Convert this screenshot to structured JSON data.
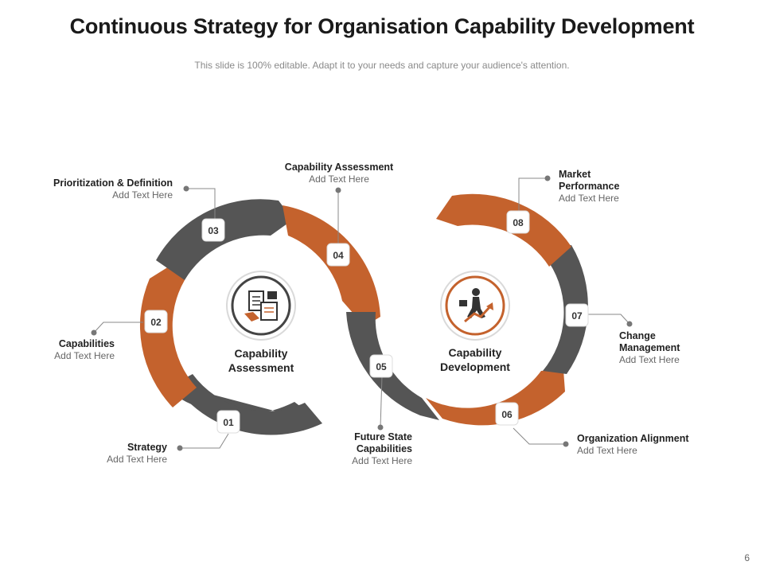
{
  "header": {
    "title": "Continuous Strategy for Organisation Capability Development",
    "subtitle": "This slide is 100% editable. Adapt it to your needs and capture your audience's attention."
  },
  "hubs": {
    "left": {
      "line1": "Capability",
      "line2": "Assessment",
      "icon": "documents-handshake-icon"
    },
    "right": {
      "line1": "Capability",
      "line2": "Development",
      "icon": "businessman-growth-arrow-icon"
    }
  },
  "steps": [
    {
      "num": "01",
      "title": "Strategy",
      "text": "Add Text Here",
      "color": "#555555"
    },
    {
      "num": "02",
      "title": "Capabilities",
      "text": "Add Text Here",
      "color": "#C4622D"
    },
    {
      "num": "03",
      "title": "Prioritization & Definition",
      "text": "Add Text Here",
      "color": "#555555"
    },
    {
      "num": "04",
      "title": "Capability Assessment",
      "text": "Add Text Here",
      "color": "#C4622D"
    },
    {
      "num": "05",
      "title1": "Future State",
      "title2": "Capabilities",
      "text": "Add Text Here",
      "color": "#555555"
    },
    {
      "num": "06",
      "title": "Organization Alignment",
      "text": "Add Text Here",
      "color": "#C4622D"
    },
    {
      "num": "07",
      "title1": "Change",
      "title2": "Management",
      "text": "Add Text Here",
      "color": "#555555"
    },
    {
      "num": "08",
      "title1": "Market",
      "title2": "Performance",
      "text": "Add Text Here",
      "color": "#C4622D"
    }
  ],
  "colors": {
    "orange": "#C4622D",
    "gray": "#555555",
    "connector": "#888888"
  },
  "page": {
    "number": "6"
  }
}
